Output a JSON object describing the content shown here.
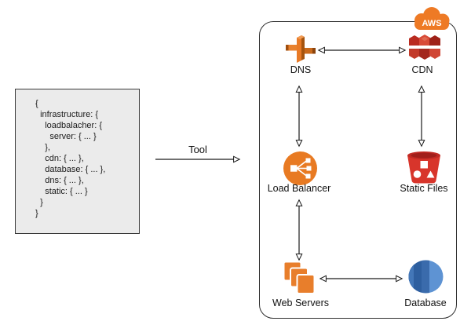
{
  "code_panel": {
    "lines": [
      "{",
      "  infrastructure: {",
      "    loadbalacher: {",
      "      server: { ... }",
      "    },",
      "    cdn: { ... },",
      "    database: { ... },",
      "    dns: { ... },",
      "    static: { ... }",
      "  }",
      "}"
    ]
  },
  "transform": {
    "label": "Tool"
  },
  "aws": {
    "badge": "AWS",
    "nodes": {
      "dns": "DNS",
      "cdn": "CDN",
      "load_balancer": "Load Balancer",
      "static_files": "Static Files",
      "web_servers": "Web Servers",
      "database": "Database"
    }
  },
  "colors": {
    "orange": "#E87E2B",
    "red": "#D8352B",
    "blue": "#3F76BF",
    "aws_cloud_orange": "#EE7A25",
    "code_box_fill": "#EBEBEB",
    "connector_line": "#1A1A1A"
  }
}
